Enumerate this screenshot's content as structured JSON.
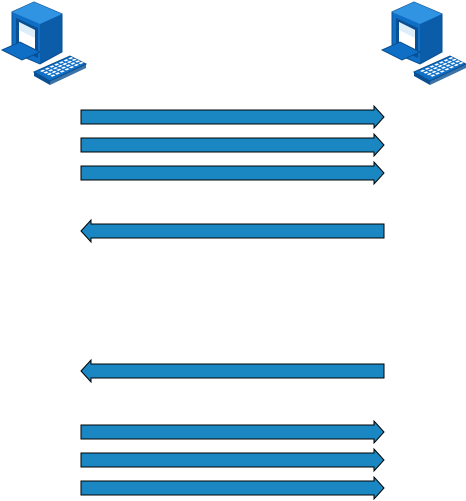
{
  "colors": {
    "arrow_fill": "#1a87c2",
    "arrow_stroke": "#000000",
    "computer_body": "#0f6fc6",
    "computer_light": "#3a9ee8",
    "computer_dark": "#0a4f91",
    "screen": "#ffffff",
    "screen_shade": "#cfe6f8",
    "key": "#ffffff"
  },
  "nodes": [
    {
      "name": "left-computer",
      "icon": "desktop-computer-icon"
    },
    {
      "name": "right-computer",
      "icon": "desktop-computer-icon"
    }
  ],
  "arrows": [
    {
      "direction": "right"
    },
    {
      "direction": "right"
    },
    {
      "direction": "right"
    },
    {
      "direction": "left"
    },
    {
      "direction": "left"
    },
    {
      "direction": "right"
    },
    {
      "direction": "right"
    },
    {
      "direction": "right"
    }
  ]
}
